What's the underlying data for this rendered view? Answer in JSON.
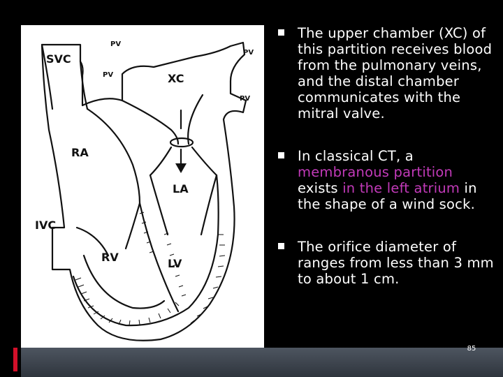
{
  "diagram": {
    "labels": {
      "svc": "SVC",
      "pv_top": "PV",
      "pv_right": "PV",
      "pv_left": "PV",
      "pv_lower": "PV",
      "xc": "XC",
      "ra": "RA",
      "la": "LA",
      "ivc": "IVC",
      "rv": "RV",
      "lv": "LV"
    }
  },
  "bullets": [
    {
      "text": "The upper chamber (XC) of this partition receives blood from the pulmonary veins, and the distal chamber communicates with the mitral valve."
    },
    {
      "part1": "In classical CT, a ",
      "highlight1": "membranous partition",
      "part2": " exists ",
      "highlight2": "in the left atrium",
      "part3": " in the shape of a wind sock."
    },
    {
      "text": "The orifice diameter of ranges from less than 3 mm to about 1 cm."
    }
  ],
  "page_number": "85",
  "colors": {
    "background": "#000000",
    "text": "#ffffff",
    "highlight": "#c23ab9",
    "accent": "#d2102a",
    "bottom_bar": "#3b424b"
  }
}
